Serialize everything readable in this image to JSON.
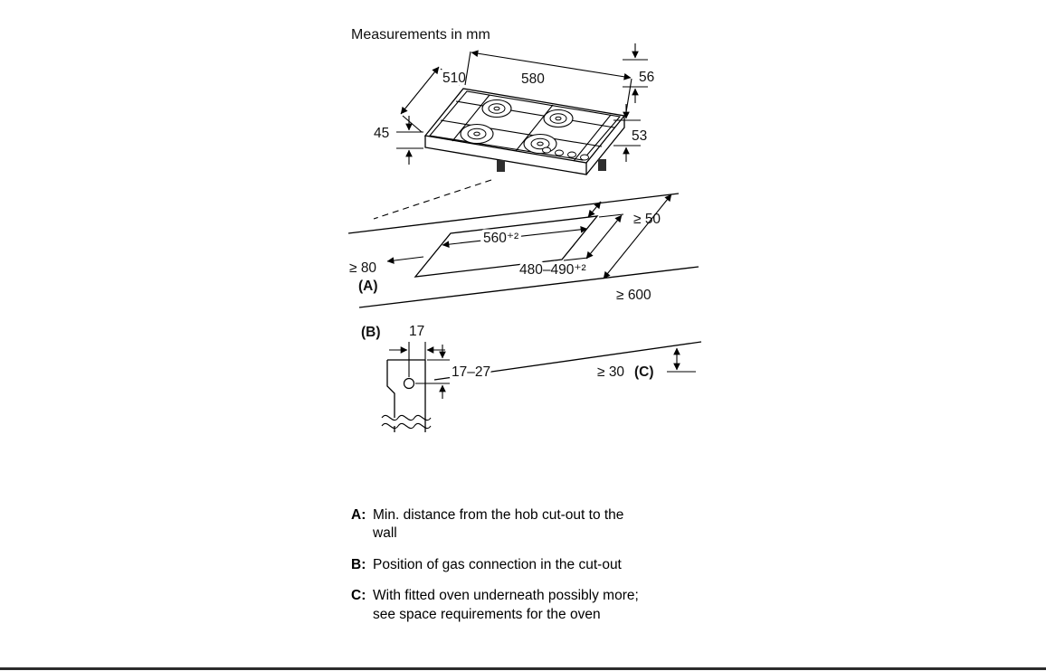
{
  "heading": "Measurements in mm",
  "diagram": {
    "hob": {
      "dim_depth": "510",
      "dim_width": "580",
      "dim_rim_height": "56",
      "dim_body_height": "45",
      "dim_total_height": "53"
    },
    "worktop": {
      "dim_rear_clearance": "≥ 50",
      "dim_cutout_width": "560⁺²",
      "dim_wall_clearance": "≥ 80",
      "label_a": "(A)",
      "dim_cutout_depth": "480–490⁺²",
      "dim_worktop_depth": "≥ 600"
    },
    "gas": {
      "label_b": "(B)",
      "dim_offset": "17",
      "dim_range": "17–27"
    },
    "oven": {
      "dim_clearance": "≥ 30",
      "label_c": "(C)"
    }
  },
  "legend": {
    "items": [
      {
        "key": "A:",
        "text": "Min. distance from the hob cut-out to the wall"
      },
      {
        "key": "B:",
        "text": "Position of gas connection in the cut-out"
      },
      {
        "key": "C:",
        "text": "With fitted oven underneath possibly more; see space requirements for the oven"
      }
    ]
  },
  "colors": {
    "line": "#000000",
    "background": "#ffffff"
  }
}
